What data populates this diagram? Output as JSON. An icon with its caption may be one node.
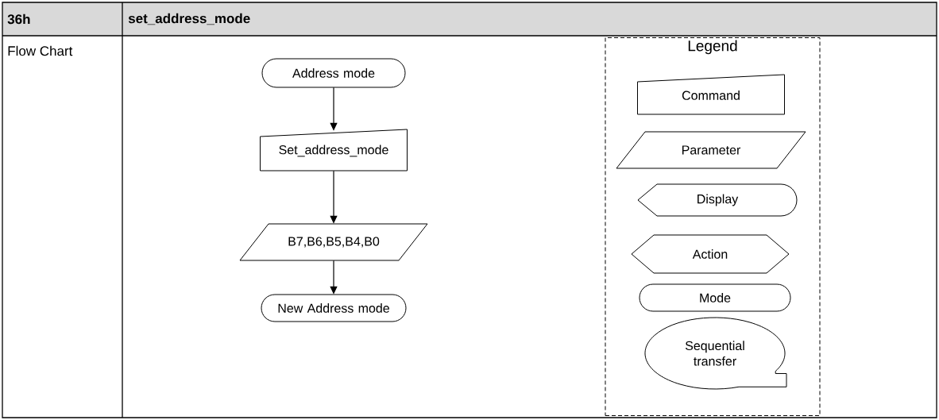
{
  "diagram": {
    "nodes": [
      {
        "text": [
          "Address mode"
        ]
      },
      {
        "text": [
          "Set_address_mode"
        ]
      },
      {
        "text": [
          "B7,B6,B5,B4,B0"
        ]
      },
      {
        "text": [
          "New Address mode"
        ]
      },
      {
        "text": [
          "Legend"
        ]
      },
      {
        "text": [
          "Command"
        ],
        "in": 4
      },
      {
        "text": [
          "Parameter"
        ],
        "in": 4
      },
      {
        "text": [
          "Display"
        ],
        "in": 4
      },
      {
        "text": [
          "Action"
        ],
        "in": 4
      },
      {
        "text": [
          "Mode"
        ],
        "in": 4
      },
      {
        "text": [
          "Sequential transfer"
        ],
        "in": 4
      }
    ],
    "edges": [
      {
        "from": 0,
        "to": 1,
        "arrow": "to"
      },
      {
        "from": 1,
        "to": 2,
        "arrow": "to"
      },
      {
        "from": 2,
        "to": 3,
        "arrow": "to"
      }
    ],
    "labels": [
      "36h",
      "set_address_mode",
      "Flow Chart"
    ]
  }
}
